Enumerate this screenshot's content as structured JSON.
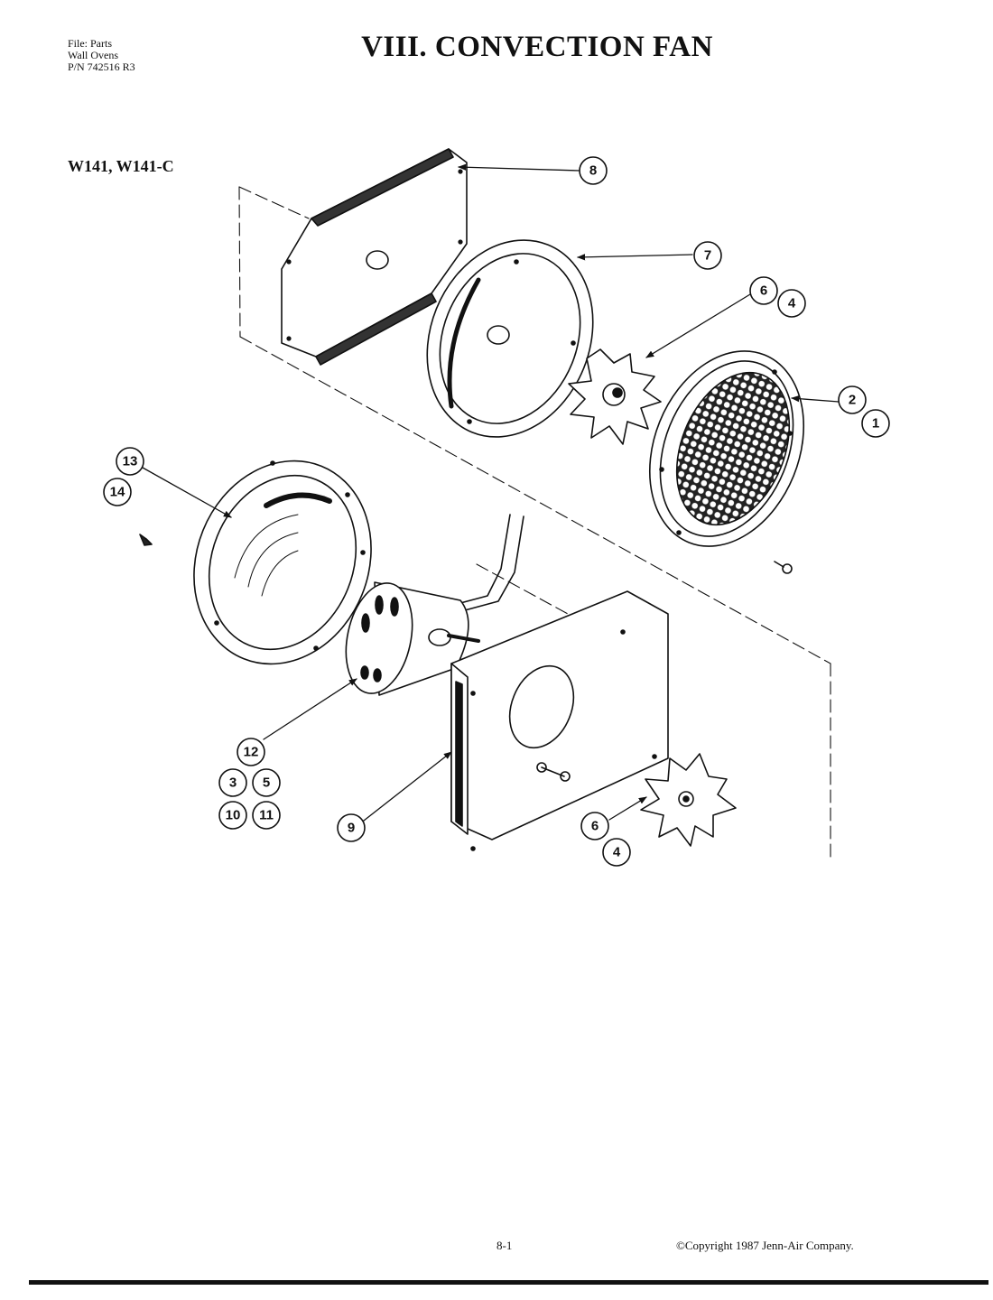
{
  "header": {
    "file_lines": [
      "File: Parts",
      "Wall Ovens",
      "P/N 742516 R3"
    ],
    "title": "VIII. CONVECTION FAN",
    "models": "W141, W141-C"
  },
  "callouts": [
    "8",
    "7",
    "6",
    "4",
    "2",
    "1",
    "13",
    "14",
    "12",
    "3",
    "5",
    "10",
    "11",
    "9",
    "6",
    "4"
  ],
  "footer": {
    "page": "8-1",
    "copyright": "©Copyright 1987 Jenn-Air Company."
  }
}
